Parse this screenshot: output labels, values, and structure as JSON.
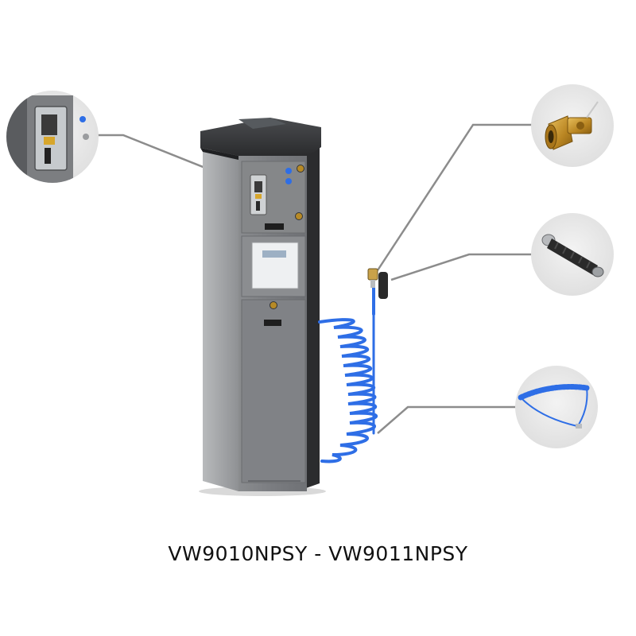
{
  "product": {
    "model_caption": "VW9010NPSY - VW9011NPSY"
  },
  "colors": {
    "cabinet_body": "#7d7f82",
    "cabinet_side": "#9ea1a4",
    "cabinet_top": "#2f3133",
    "hose": "#2e6ee6",
    "leader_line": "#8c8c8c",
    "callout_bg": "#e9e9e9",
    "brass": "#c8962e"
  },
  "callouts": [
    {
      "name": "coin-acceptor-detail",
      "depicts": "coin-acceptor-icon"
    },
    {
      "name": "brass-valve-connector-detail",
      "depicts": "valve-connector-icon"
    },
    {
      "name": "rubber-grip-handle-detail",
      "depicts": "rubber-grip-icon"
    },
    {
      "name": "coiled-hose-detail",
      "depicts": "coiled-hose-icon"
    }
  ]
}
